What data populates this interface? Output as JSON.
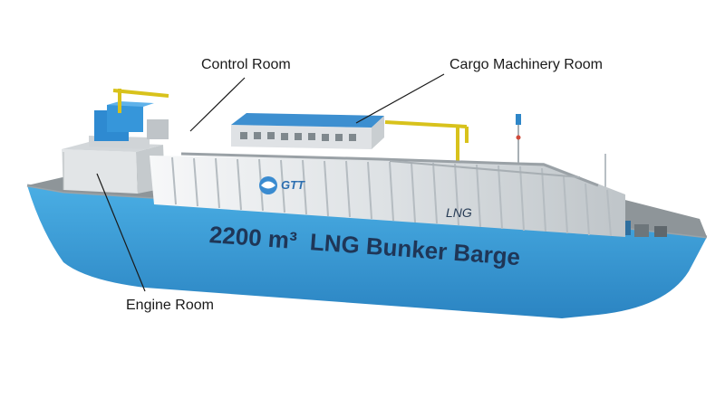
{
  "callouts": {
    "control_room": "Control Room",
    "cargo_machinery_room": "Cargo Machinery Room",
    "engine_room": "Engine Room"
  },
  "hull": {
    "title_text": "2200 m³  LNG Bunker Barge",
    "logo_text": "GTT",
    "tank_marking": "LNG"
  },
  "colors": {
    "hull_blue": "#3a9bd6",
    "deck_grey": "#8e9599",
    "tank_white": "#e9ecee",
    "roof_blue": "#3d8fd0",
    "crane_yellow": "#d8c21c",
    "text_navy": "#1f3657"
  }
}
